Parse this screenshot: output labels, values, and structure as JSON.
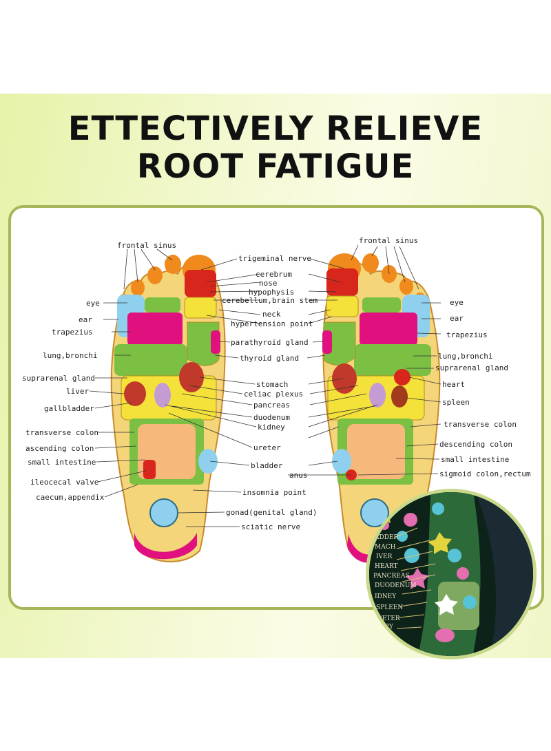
{
  "title": {
    "line1": "ETTECTIVELY RELIEVE",
    "line2": "ROOT FATIGUE"
  },
  "labels_left": {
    "frontal_sinus": "frontal sinus",
    "eye": "eye",
    "ear": "ear",
    "trapezius": "trapezius",
    "lung_bronchi": "lung,bronchi",
    "suprarenal_gland": "suprarenal gland",
    "liver": "liver",
    "gallbladder": "gallbladder",
    "transverse_colon": "transverse colon",
    "ascending_colon": "ascending colon",
    "small_intestine": "small intestine",
    "ileocecal_valve": "ileocecal valve",
    "caecum_appendix": "caecum,appendix"
  },
  "labels_center": {
    "trigeminal_nerve": "trigeminal nerve",
    "cerebrum": "cerebrum",
    "nose": "nose",
    "hypophysis": "hypophysis",
    "cerebellum": "cerebellum,brain stem",
    "neck": "neck",
    "hypertension_point": "hypertension point",
    "parathyroid_gland": "parathyroid gland",
    "thyroid_gland": "thyroid gland",
    "stomach": "stomach",
    "celiac_plexus": "celiac plexus",
    "pancreas": "pancreas",
    "duodenum": "duodenum",
    "kidney": "kidney",
    "ureter": "ureter",
    "bladder": "bladder",
    "anus": "anus",
    "insomnia_point": "insomnia point",
    "gonad": "gonad(genital gland)",
    "sciatic_nerve": "sciatic nerve"
  },
  "labels_right": {
    "frontal_sinus": "frontal sinus",
    "eye": "eye",
    "ear": "ear",
    "trapezius": "trapezius",
    "lung_bronchi": "lung,bronchi",
    "suprarenal_gland": "suprarenal gland",
    "heart": "heart",
    "spleen": "spleen",
    "transverse_colon": "transverse colon",
    "descending_colon": "descending colon",
    "small_intestine": "small intestine",
    "sigmoid_colon": "sigmoid colon,rectum"
  },
  "inset_labels": [
    "ADDER",
    "MACH",
    "IVER",
    "HEART",
    "PANCREAS",
    "DUODENUM",
    "IDNEY",
    "SPLEEN",
    "RETER",
    "ARY"
  ],
  "colors": {
    "frame": "#a7b65a",
    "orange": "#f08a1c",
    "red": "#d9261c",
    "green": "#7bc043",
    "yellow": "#f4e23a",
    "magenta": "#e0117f",
    "sole": "#f5d57a",
    "skyblue": "#8fd0ee"
  }
}
